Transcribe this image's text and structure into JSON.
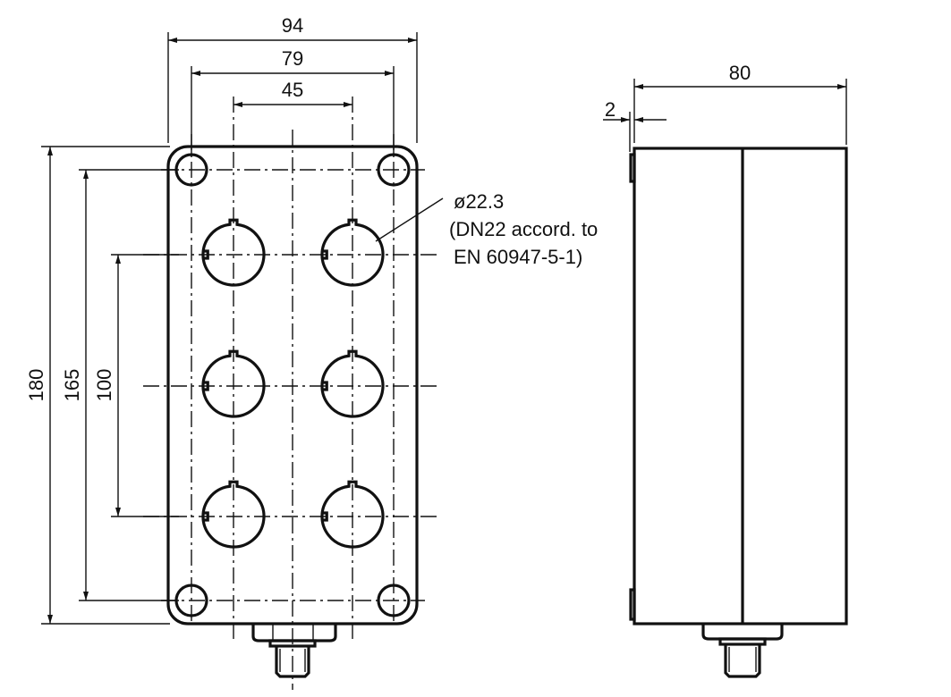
{
  "front_view": {
    "dimensions": {
      "width_overall": "94",
      "width_holes": "79",
      "width_buttons": "45",
      "height_overall": "180",
      "height_holes": "165",
      "height_buttons": "100"
    },
    "annotation": {
      "line1": "ø22.3",
      "line2": "(DN22 accord. to",
      "line3": "EN 60947-5-1)"
    },
    "button_holes": 6,
    "mounting_holes": 4
  },
  "side_view": {
    "dimensions": {
      "depth": "80",
      "flange": "2"
    }
  }
}
